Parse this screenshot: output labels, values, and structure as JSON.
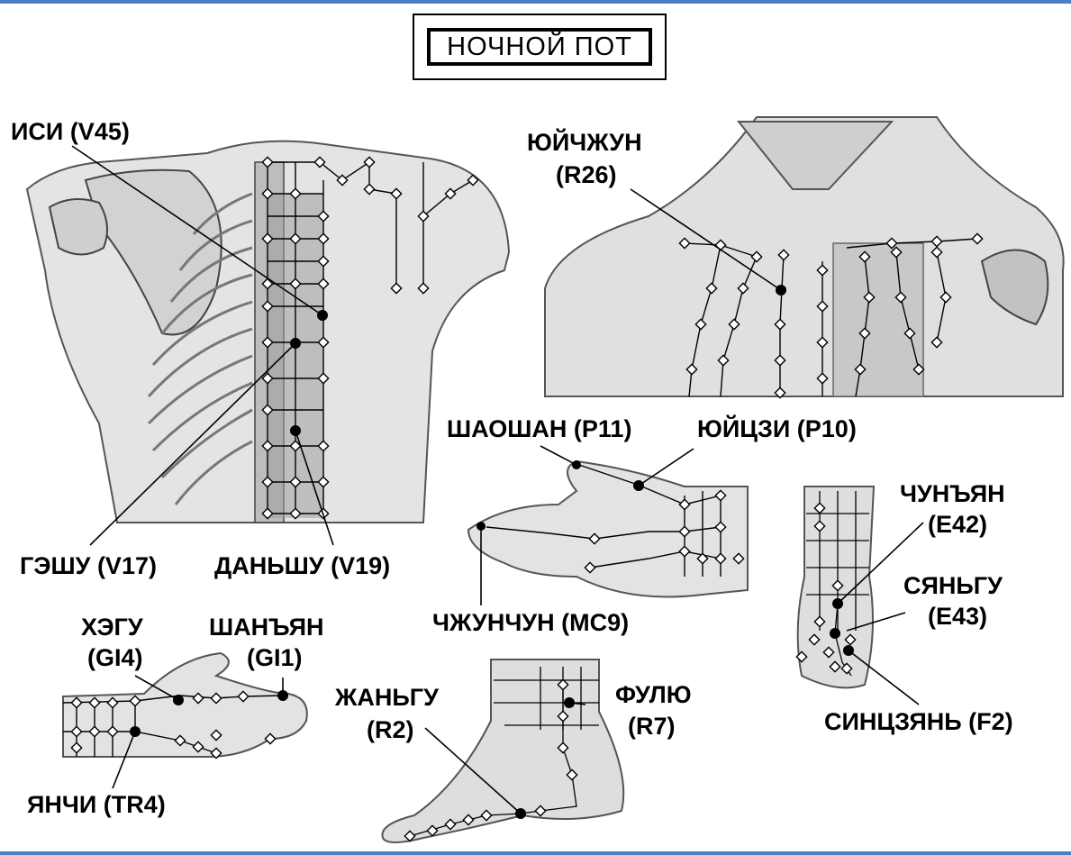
{
  "title": "НОЧНОЙ ПОТ",
  "colors": {
    "frame": "#4a7fc1",
    "skin": "#d9d9d9",
    "skin_dark": "#a9a9a9",
    "meridian": "#000000",
    "point_open": "#ffffff",
    "point_active": "#000000"
  },
  "labels": {
    "isi": "ИСИ (V45)",
    "yuichzhun": "ЮЙЧЖУН",
    "yuichzhun_code": "(R26)",
    "geshu": "ГЭШУ (V17)",
    "danshu": "ДАНЬШУ (V19)",
    "shaoshan": "ШАОШАН (P11)",
    "yuitszi": "ЮЙЦЗИ (P10)",
    "chzhunchun": "ЧЖУНЧУН (MC9)",
    "chunyan": "ЧУНЪЯН",
    "chunyan_code": "(E42)",
    "syangu": "СЯНЬГУ",
    "syangu_code": "(E43)",
    "xegu": "ХЭГУ",
    "xegu_code": "(GI4)",
    "shanyan": "ШАНЪЯН",
    "shanyan_code": "(GI1)",
    "zhangu": "ЖАНЬГУ",
    "zhangu_code": "(R2)",
    "fulyu": "ФУЛЮ",
    "fulyu_code": "(R7)",
    "sintszyan": "СИНЦЗЯНЬ (F2)",
    "yanchi": "ЯНЧИ (TR4)"
  }
}
